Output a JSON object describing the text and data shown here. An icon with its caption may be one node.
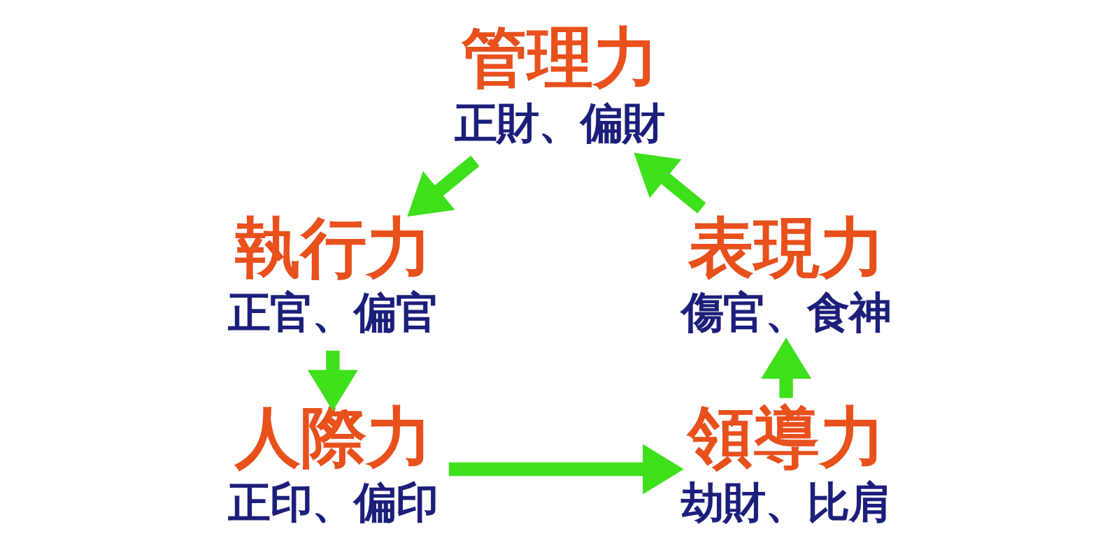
{
  "diagram": {
    "nodes": [
      {
        "text": [
          "管理力",
          "正財、偏財"
        ]
      },
      {
        "text": [
          "執行力",
          "正官、偏官"
        ]
      },
      {
        "text": [
          "人際力",
          "正印、偏印"
        ]
      },
      {
        "text": [
          "領導力",
          "劫財、比肩"
        ]
      },
      {
        "text": [
          "表現力",
          "傷官、食神"
        ]
      }
    ],
    "edges": [
      {
        "from": 0,
        "to": 1,
        "arrow": "to"
      },
      {
        "from": 1,
        "to": 2,
        "arrow": "to"
      },
      {
        "from": 2,
        "to": 3,
        "arrow": "to"
      },
      {
        "from": 3,
        "to": 4,
        "arrow": "to"
      },
      {
        "from": 4,
        "to": 0,
        "arrow": "to"
      }
    ]
  }
}
